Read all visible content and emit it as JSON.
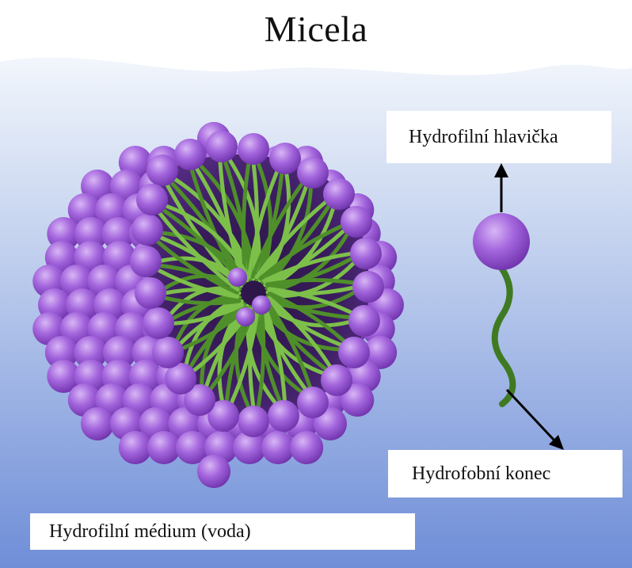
{
  "title": "Micela",
  "labels": {
    "hydrophilic_head": "Hydrofilní hlavička",
    "hydrophobic_tail": "Hydrofobní konec",
    "hydrophilic_medium": "Hydrofilní médium (voda)"
  },
  "colors": {
    "head_purple": "#9b59d6",
    "head_dark": "#6a2ea8",
    "tail_green": "#4f8f2a",
    "tail_light": "#7cc04a",
    "water_top": "#f2f6fc",
    "water_bottom": "#6f8ed8"
  }
}
